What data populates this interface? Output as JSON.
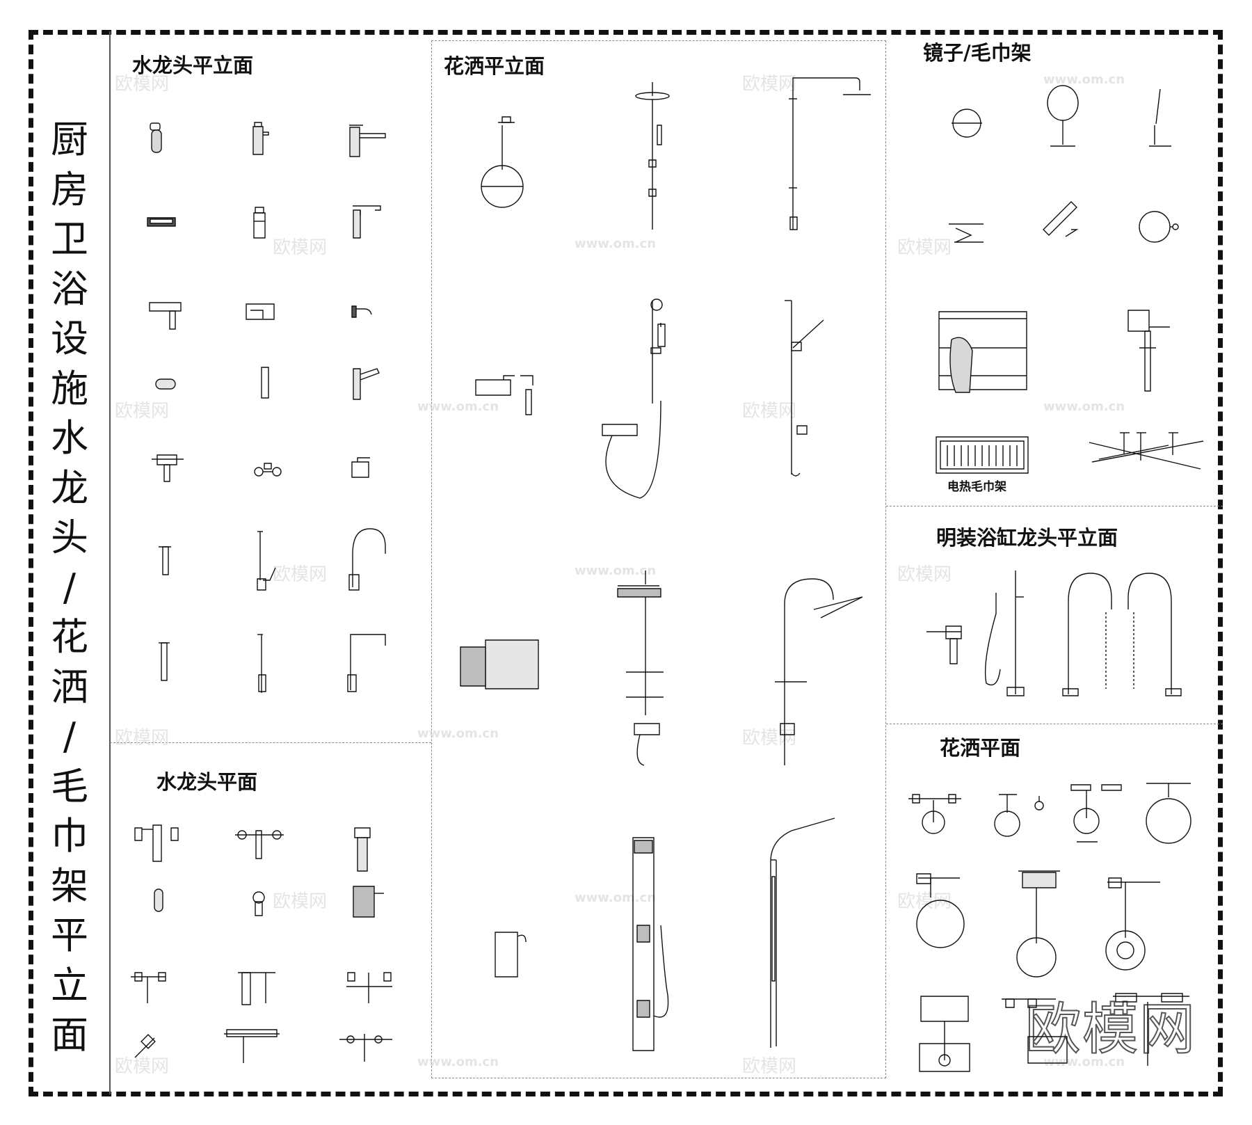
{
  "main_title_chars": [
    "厨",
    "房",
    "卫",
    "浴",
    "设",
    "施",
    "水",
    "龙",
    "头",
    "/",
    "花",
    "洒",
    "/",
    "毛",
    "巾",
    "架",
    "平",
    "立",
    "面"
  ],
  "sections": {
    "faucet_elevation": "水龙头平立面",
    "faucet_plan": "水龙头平面",
    "shower_elevation": "花洒平立面",
    "mirror_towel": "镜子/毛巾架",
    "bathtub_faucet": "明装浴缸龙头平立面",
    "shower_plan": "花洒平面"
  },
  "labels": {
    "heated_towel_rack": "电热毛巾架"
  },
  "watermark": {
    "brand": "欧模网",
    "url": "www.om.cn"
  },
  "colors": {
    "line": "#111111",
    "frame": "#111111",
    "divider": "#888888",
    "fill_gray": "#bdbdbd"
  }
}
